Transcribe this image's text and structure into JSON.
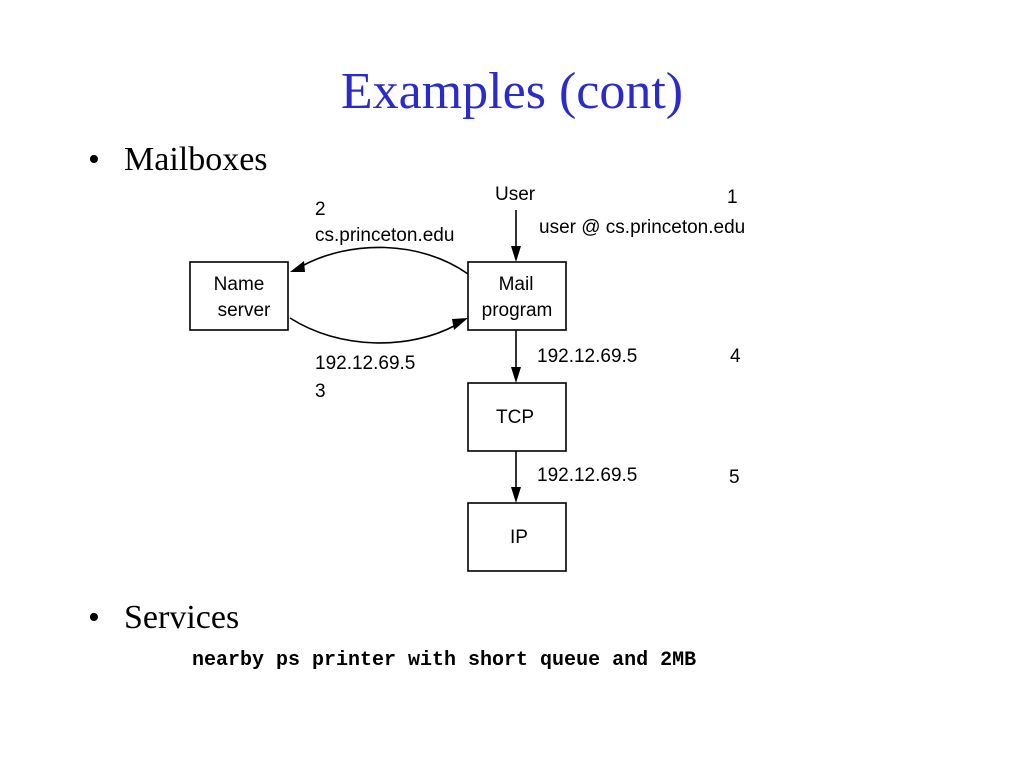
{
  "title": "Examples (cont)",
  "bullets": [
    {
      "symbol": "•",
      "text": "Mailboxes"
    },
    {
      "symbol": "•",
      "text": "Services"
    }
  ],
  "services_command": "nearby ps printer with short queue and 2MB",
  "diagram": {
    "nodes": {
      "name_server": [
        "Name",
        "server"
      ],
      "mail_program": [
        "Mail",
        "program"
      ],
      "tcp": "TCP",
      "ip": "IP"
    },
    "labels": {
      "user": "User",
      "step1": "1",
      "user_address": "user @ cs.princeton.edu",
      "step2": "2",
      "query_domain": "cs.princeton.edu",
      "reply_address": "192.12.69.5",
      "step3": "3",
      "mail_to_tcp_address": "192.12.69.5",
      "step4": "4",
      "tcp_to_ip_address": "192.12.69.5",
      "step5": "5"
    }
  },
  "colors": {
    "title": "#2b2bc8",
    "text": "#000000",
    "background": "#ffffff"
  }
}
